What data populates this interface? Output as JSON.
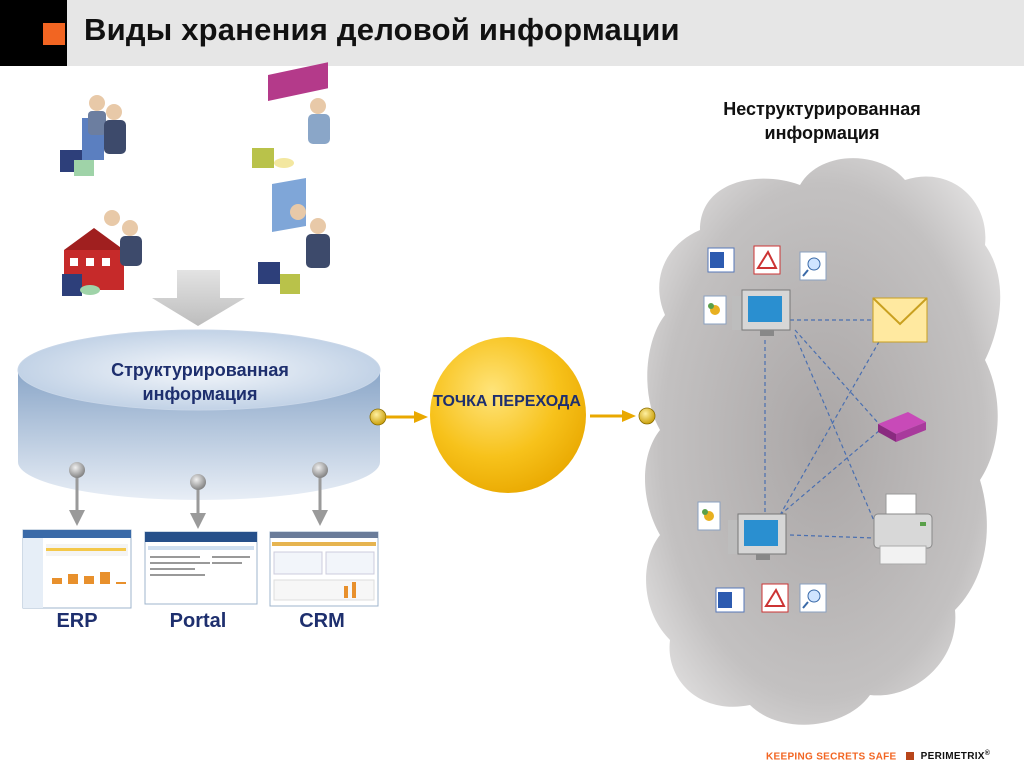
{
  "slide": {
    "title": "Виды хранения деловой информации",
    "unstructured_title": "Неструктурированная информация",
    "structured_title": "Структурированная информация",
    "transition_point": "ТОЧКА ПЕРЕХОДА",
    "apps": [
      {
        "label": "ERP"
      },
      {
        "label": "Portal"
      },
      {
        "label": "CRM"
      }
    ],
    "footer": {
      "slogan": "KEEPING SECRETS SAFE",
      "brand": "PERIMETRIX",
      "brand_mark": "®"
    }
  },
  "colors": {
    "accent": "#f26522",
    "header_bg": "#e6e6e6",
    "transition_fill": "#f5b800",
    "database": "#9fb8d6",
    "cloud": "#bdbcbc",
    "text_blue": "#1e2f6e"
  },
  "icons": {
    "top_left": [
      "user-group-server-icon",
      "user-manufacturer-icon",
      "supplier-building-icon",
      "channel-partner-icon"
    ],
    "cloud": [
      "word-doc-icon",
      "pdf-doc-icon",
      "search-doc-icon",
      "computer-icon",
      "email-icon",
      "usb-drive-icon",
      "printer-icon"
    ]
  }
}
